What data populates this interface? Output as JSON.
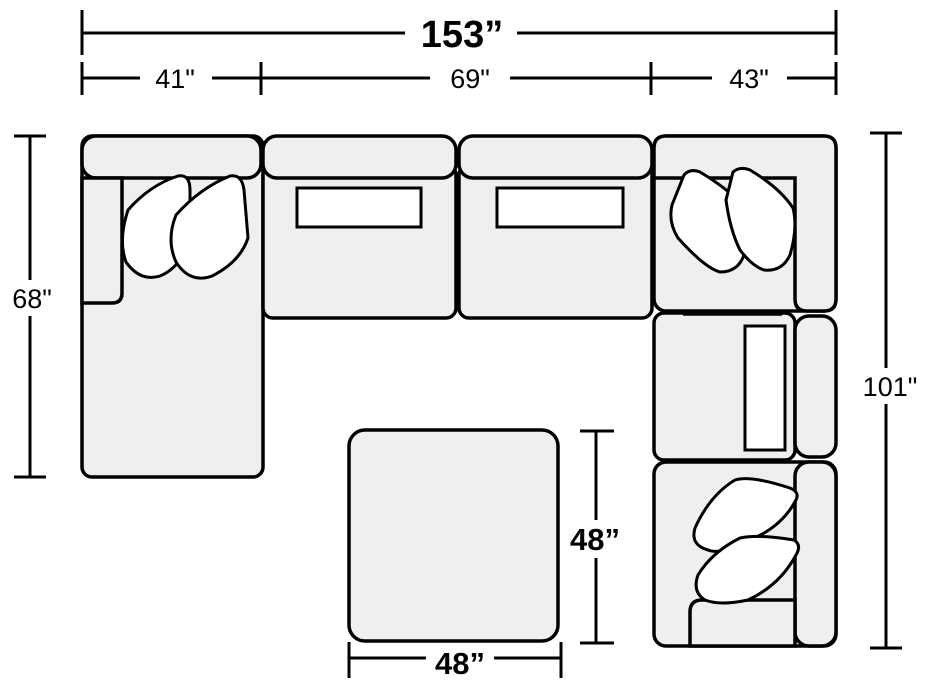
{
  "dimensions": {
    "overall_width": "153”",
    "left_section_width": "41\"",
    "middle_section_width": "69\"",
    "right_section_width": "43\"",
    "left_depth": "68\"",
    "right_depth": "101\"",
    "ottoman_depth": "48”",
    "ottoman_width": "48”"
  },
  "colors": {
    "upholstery": "#efefef",
    "outline": "#000000",
    "pillow": "#ffffff"
  }
}
